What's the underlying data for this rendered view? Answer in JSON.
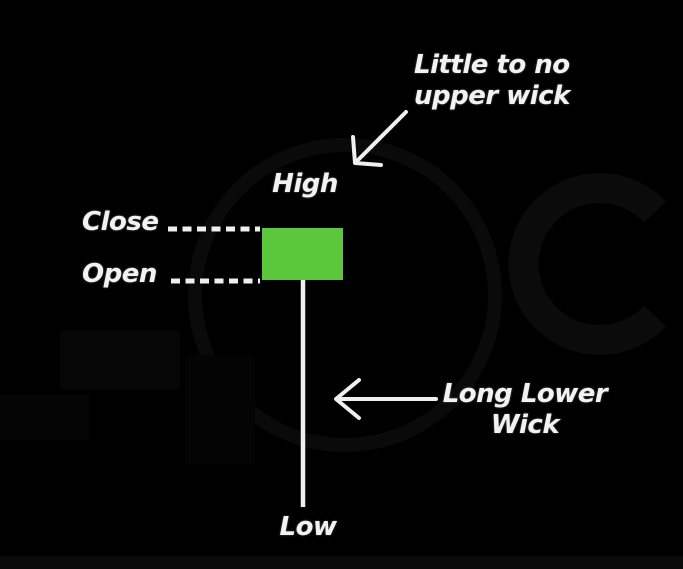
{
  "diagram": {
    "pattern_name": "hammer-candlestick",
    "annotations": {
      "upper_wick_note": {
        "line1": "Little to no",
        "line2": "upper wick"
      },
      "lower_wick_note": {
        "line1": "Long Lower",
        "line2": "Wick"
      }
    },
    "price_labels": {
      "high": "High",
      "close": "Close",
      "open": "Open",
      "low": "Low"
    },
    "colors": {
      "background": "#000000",
      "candle_body": "#5bc83c",
      "line": "#efefef",
      "watermark": "#0c0c0c"
    }
  }
}
